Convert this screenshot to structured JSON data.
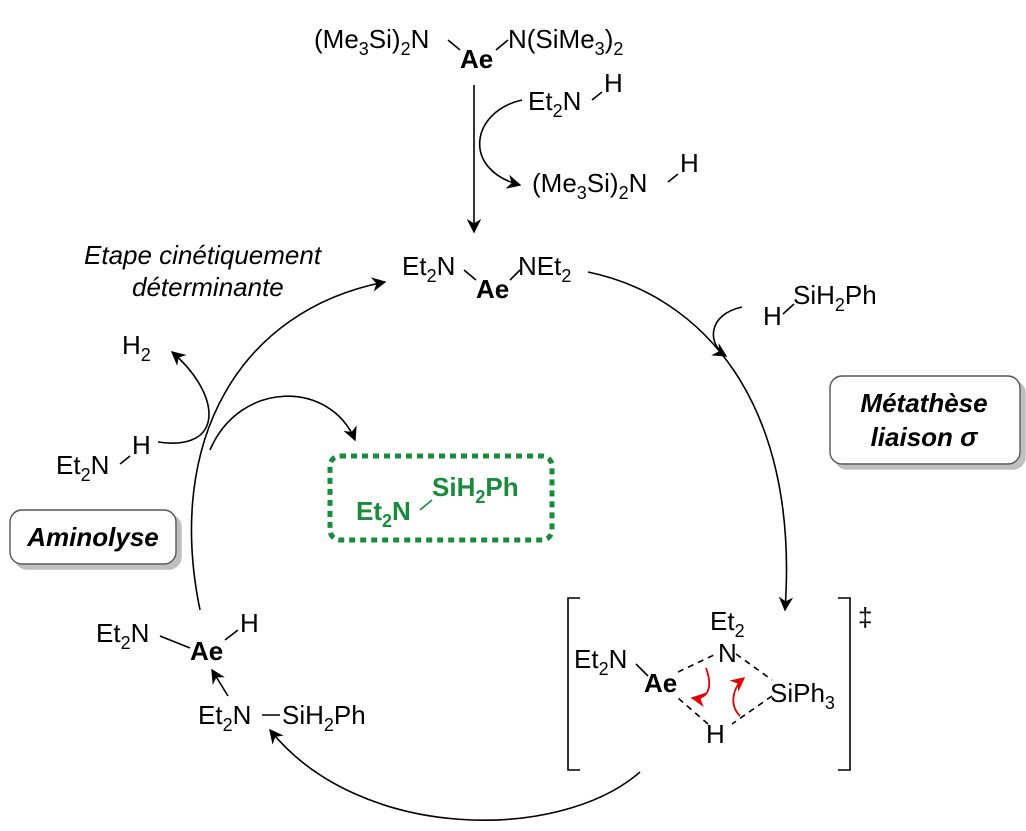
{
  "precursor": {
    "left_group": "(Me",
    "left_sub": "3",
    "left_rest": "Si)",
    "left_sub2": "2",
    "left_n": "N",
    "metal": "Ae",
    "right_n": "N(SiMe",
    "right_sub": "3",
    "right_close": ")",
    "right_sub2": "2"
  },
  "amine_in": {
    "et": "Et",
    "sub": "2",
    "n": "N",
    "h": "H"
  },
  "hmds_out": {
    "open": "(Me",
    "sub": "3",
    "mid": "Si)",
    "sub2": "2",
    "n": "N",
    "h": "H"
  },
  "catalyst": {
    "et1": "Et",
    "sub1": "2",
    "n1": "N",
    "metal": "Ae",
    "n2": "NEt",
    "sub2": "2"
  },
  "silane": {
    "h": "H",
    "si": "SiH",
    "sub": "2",
    "ph": "Ph"
  },
  "step_rate": {
    "line1": "Etape cinétiquement",
    "line2": "déterminante"
  },
  "metathesis_box": {
    "line1": "Métathèse",
    "line2": "liaison σ"
  },
  "aminolysis_box": {
    "label": "Aminolyse"
  },
  "h2": {
    "h": "H",
    "sub": "2"
  },
  "amine_left": {
    "et": "Et",
    "sub": "2",
    "n": "N",
    "h": "H"
  },
  "product": {
    "et": "Et",
    "sub": "2",
    "n": "N",
    "si": "SiH",
    "sub2": "2",
    "ph": "Ph",
    "color": "#1a8a3c"
  },
  "hydride": {
    "et": "Et",
    "sub": "2",
    "n": "N",
    "metal": "Ae",
    "h": "H"
  },
  "coordinated_silylamine": {
    "et": "Et",
    "sub": "2",
    "n": "N",
    "si": "SiH",
    "sub2": "2",
    "ph": "Ph"
  },
  "transition_state": {
    "et_top": "Et",
    "sub_top": "2",
    "n_top": "N",
    "et_left": "Et",
    "sub_left": "2",
    "n_left": "N",
    "metal": "Ae",
    "si": "SiPh",
    "sub_si": "3",
    "h": "H",
    "dagger": "‡"
  },
  "colors": {
    "product_green": "#1a8a3c",
    "electron_arrow_red": "#e00000"
  }
}
